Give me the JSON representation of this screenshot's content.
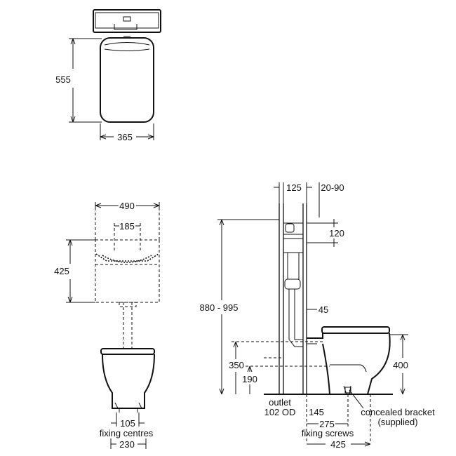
{
  "dims": {
    "top_height": "555",
    "top_width": "365",
    "front_width": "490",
    "front_inner": "185",
    "front_height": "425",
    "front_fixing": "105",
    "front_fixing_label": "fixing centres",
    "front_base": "230",
    "side_125": "125",
    "side_2090": "20-90",
    "side_120": "120",
    "side_total": "880 - 995",
    "side_45": "45",
    "side_350": "350",
    "side_190": "190",
    "side_400": "400",
    "outlet_1": "outlet",
    "outlet_2": "102 OD",
    "side_145": "145",
    "side_275": "275",
    "fixing_screws": "fixing screws",
    "side_425": "425",
    "bracket_1": "concealed bracket",
    "bracket_2": "(supplied)"
  }
}
